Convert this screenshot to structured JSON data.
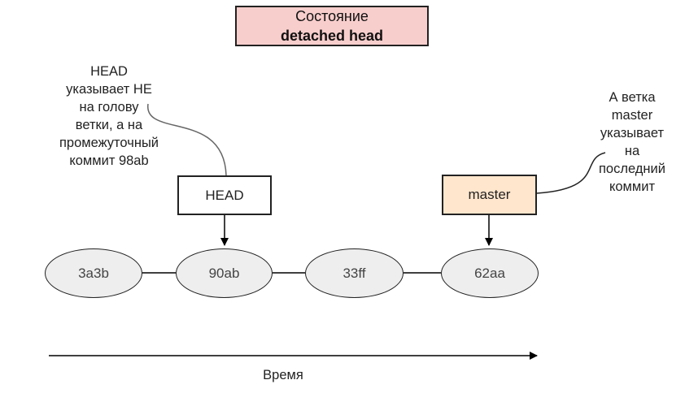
{
  "title": {
    "line1": "Состояние",
    "line2": "detached head"
  },
  "pointers": {
    "head": "HEAD",
    "master": "master"
  },
  "commits": [
    "3a3b",
    "90ab",
    "33ff",
    "62aa"
  ],
  "notes": {
    "head": [
      "HEAD",
      "указывает НЕ",
      "на голову",
      "ветки, а на",
      "промежуточный",
      "коммит 98ab"
    ],
    "master": [
      "А ветка",
      "master",
      "указывает",
      "на",
      "последний",
      "коммит"
    ]
  },
  "time_label": "Время",
  "colors": {
    "title_fill": "#f8cecc",
    "master_fill": "#ffe6cc",
    "commit_fill": "#eeeeee",
    "stroke": "#222222"
  }
}
